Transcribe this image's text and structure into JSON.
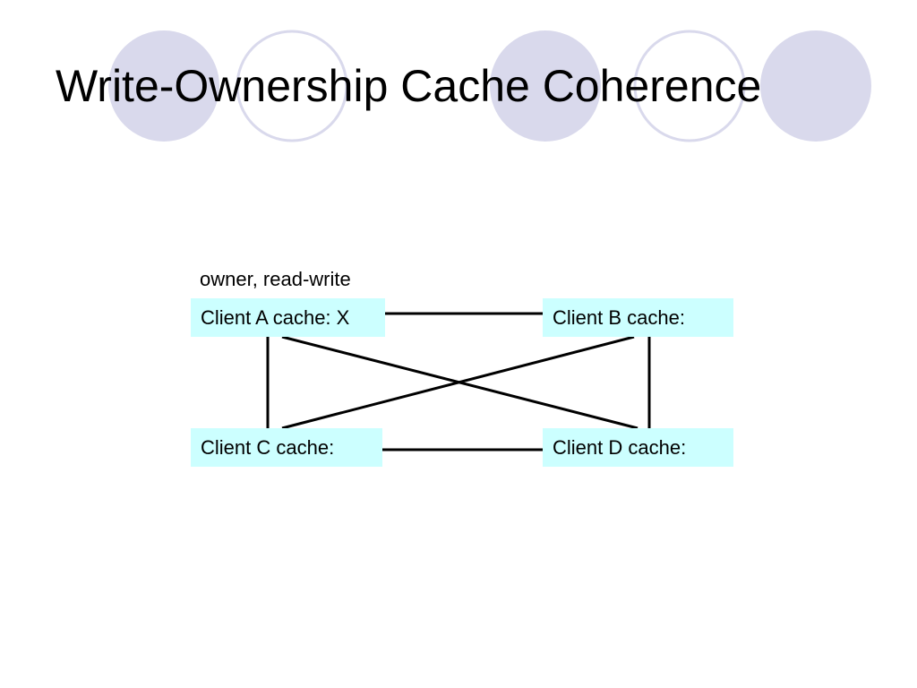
{
  "slide": {
    "title": "Write-Ownership Cache Coherence",
    "owner_label": "owner, read-write"
  },
  "caches": {
    "a": "Client A cache: X",
    "b": "Client B cache:",
    "c": "Client C cache:",
    "d": "Client D cache:"
  },
  "colors": {
    "circle_fill": "#d9d9ec",
    "circle_outline": "#d9d9ec",
    "cache_box_fill": "#ccffff",
    "connector": "#000000"
  },
  "decorations": {
    "circles": [
      "filled",
      "outline",
      "filled",
      "outline",
      "filled"
    ]
  },
  "connectors": [
    {
      "from": "a",
      "to": "b"
    },
    {
      "from": "c",
      "to": "d"
    },
    {
      "from": "a",
      "to": "c"
    },
    {
      "from": "b",
      "to": "d"
    },
    {
      "from": "a",
      "to": "d"
    },
    {
      "from": "b",
      "to": "c"
    }
  ]
}
